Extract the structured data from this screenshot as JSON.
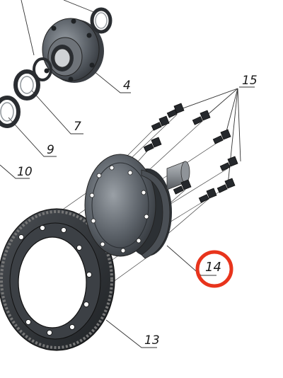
{
  "callouts": {
    "c4": "4",
    "c7": "7",
    "c9": "9",
    "c10": "10",
    "c13": "13",
    "c14": "14",
    "c15": "15"
  },
  "highlight": {
    "target": "14",
    "color": "#e8341c"
  }
}
